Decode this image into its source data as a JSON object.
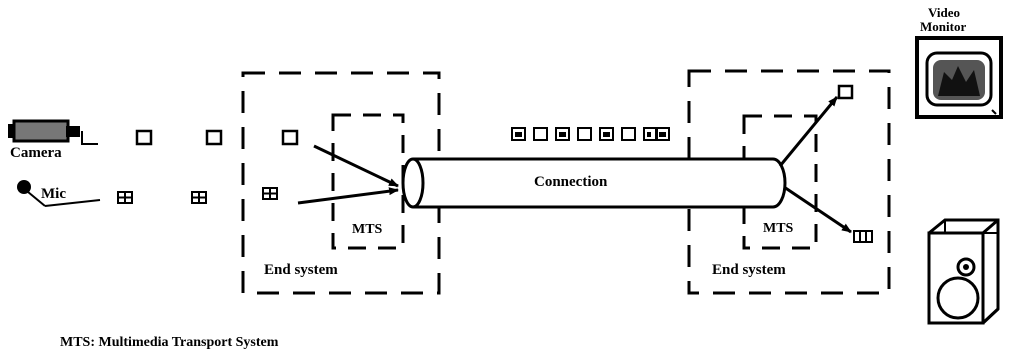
{
  "labels": {
    "camera": "Camera",
    "mic": "Mic",
    "connection": "Connection",
    "mts_left": "MTS",
    "mts_right": "MTS",
    "end_system_left": "End system",
    "end_system_right": "End system",
    "video_monitor_line1": "Video",
    "video_monitor_line2": "Monitor",
    "legend": "MTS: Multimedia Transport System"
  },
  "icons": {
    "camera": "camera-icon",
    "mic": "microphone-icon",
    "monitor": "video-monitor-icon",
    "speaker": "speaker-icon"
  },
  "colors": {
    "ink": "#000000",
    "background": "#ffffff"
  }
}
